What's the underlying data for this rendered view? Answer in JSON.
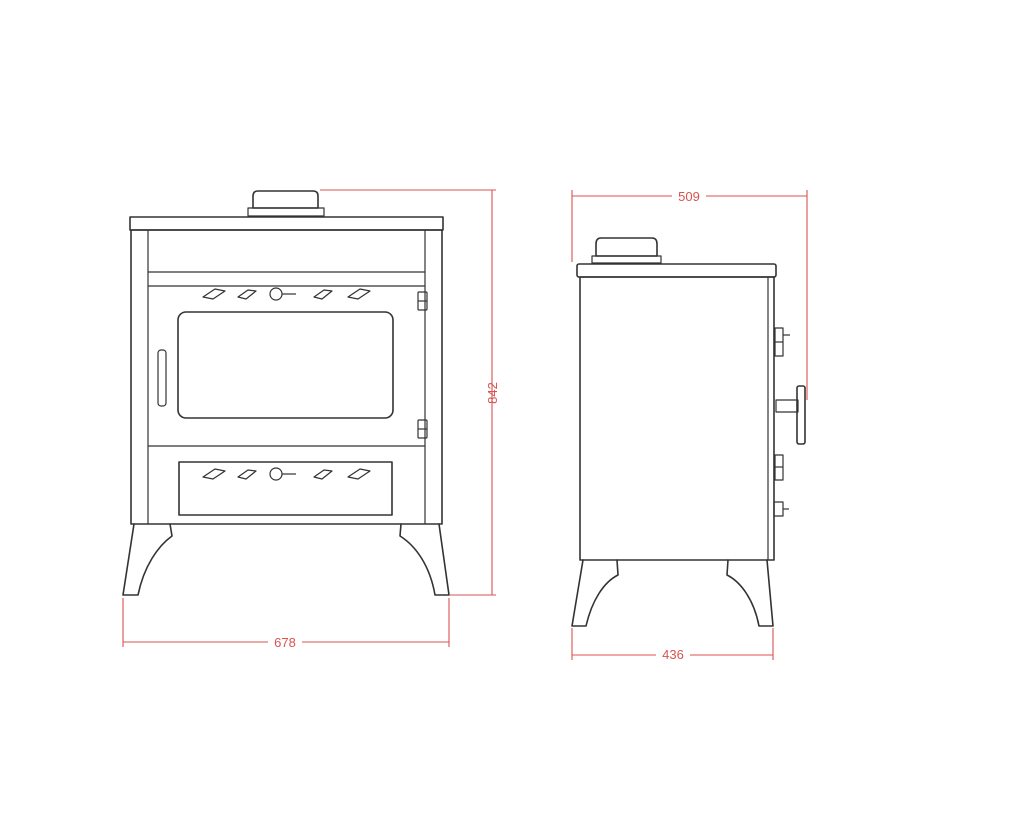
{
  "colors": {
    "outline": "#333333",
    "dimension": "#d9534f",
    "background": "#ffffff"
  },
  "dimensions": {
    "front_width": "678",
    "front_height": "842",
    "side_top_depth": "509",
    "side_bottom_depth": "436"
  }
}
